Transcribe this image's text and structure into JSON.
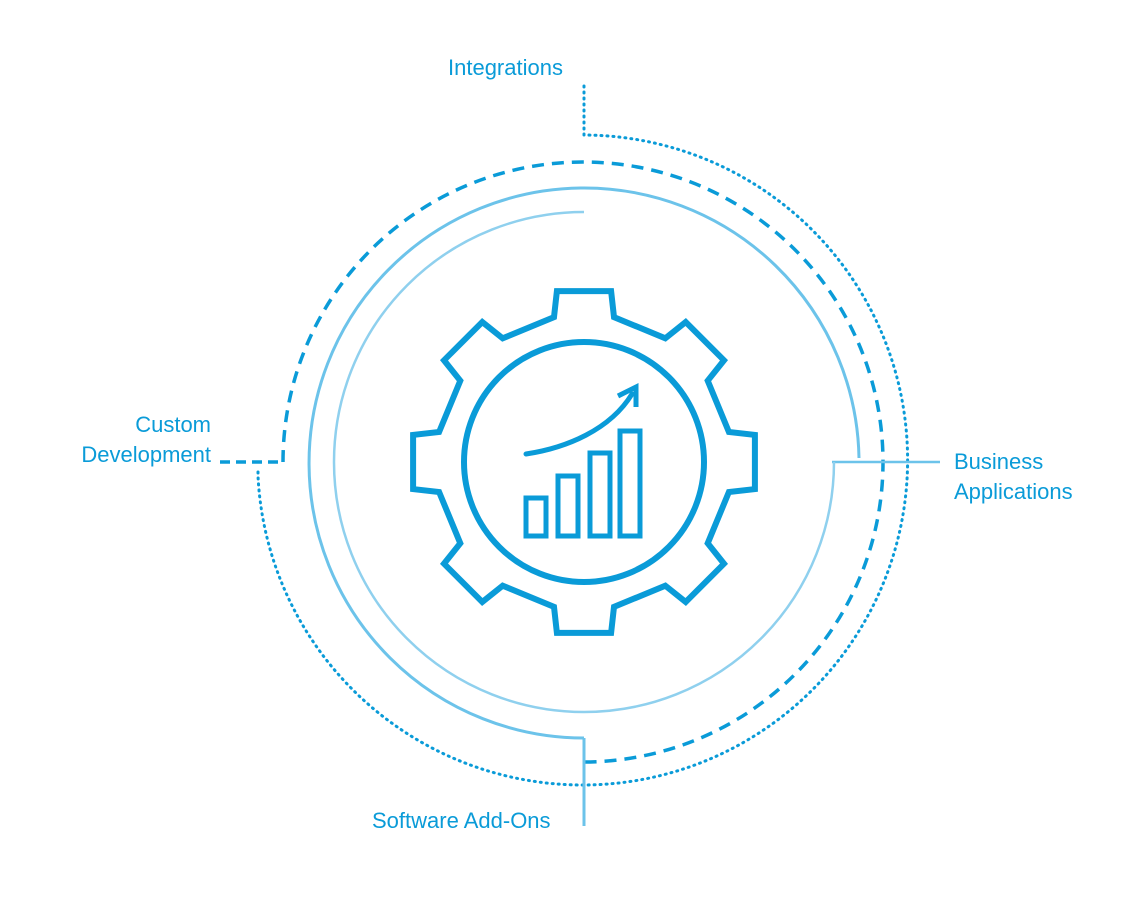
{
  "labels": {
    "integrations": "Integrations",
    "custom_development": [
      "Custom",
      "Development"
    ],
    "business_applications": [
      "Business",
      "Applications"
    ],
    "software_addons": "Software Add-Ons"
  },
  "center_icon": "gear-growth-chart-icon",
  "colors": {
    "primary": "#0a9bd8",
    "light": "#6cc3ea",
    "background": "#ffffff"
  }
}
